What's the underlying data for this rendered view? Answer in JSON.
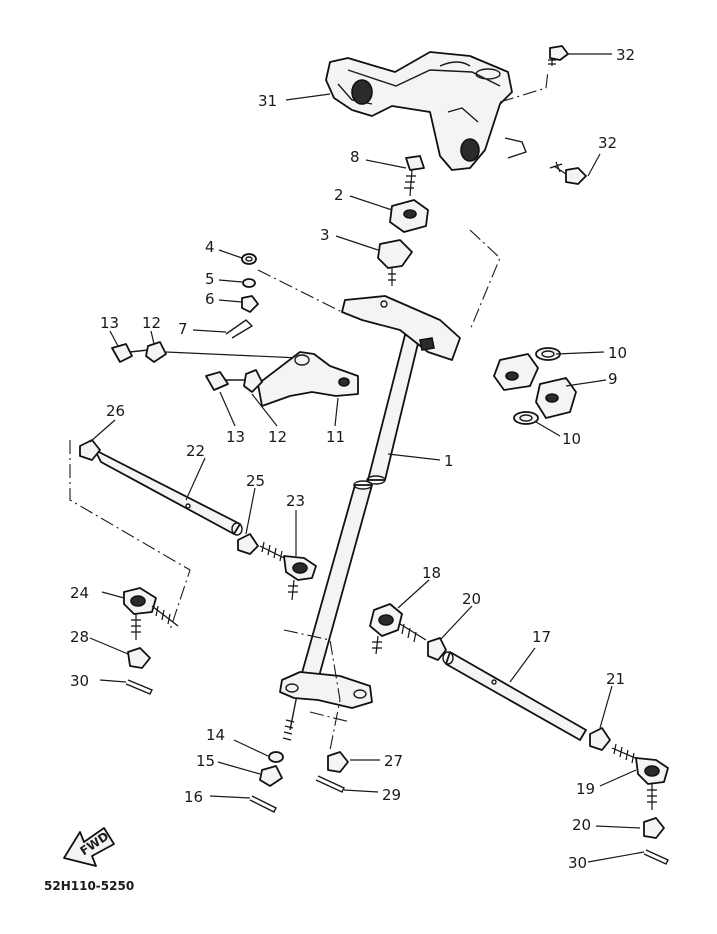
{
  "diagram": {
    "part_code": "52H110-5250",
    "direction_label": "FWD",
    "callouts": [
      "1",
      "2",
      "3",
      "4",
      "5",
      "6",
      "7",
      "8",
      "9",
      "10",
      "11",
      "12",
      "13",
      "14",
      "15",
      "16",
      "17",
      "18",
      "19",
      "20",
      "21",
      "22",
      "23",
      "24",
      "25",
      "26",
      "27",
      "28",
      "29",
      "30",
      "31",
      "32"
    ]
  }
}
